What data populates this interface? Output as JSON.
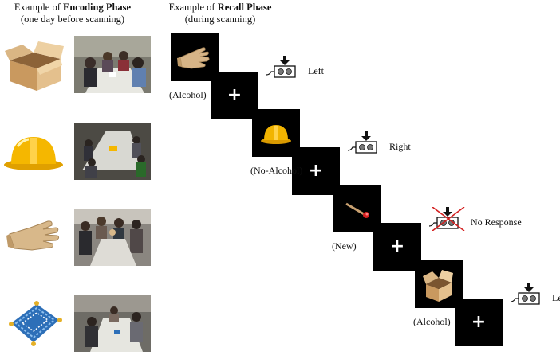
{
  "encoding": {
    "title_prefix": "Example of ",
    "title_bold": "Encoding Phase",
    "subtitle": "(one day before scanning)",
    "items": [
      {
        "object": "cardboard-box-icon"
      },
      {
        "object": "hard-hat-icon"
      },
      {
        "object": "work-glove-icon"
      },
      {
        "object": "cushion-icon"
      }
    ]
  },
  "recall": {
    "title_prefix": "Example of ",
    "title_bold": "Recall Phase",
    "subtitle": "(during scanning)",
    "trials": [
      {
        "stimulus": "work-glove-icon",
        "condition": "(Alcohol)",
        "response": "Left"
      },
      {
        "stimulus": "hard-hat-icon",
        "condition": "(No-Alcohol)",
        "response": "Right"
      },
      {
        "stimulus": "matchstick-icon",
        "condition": "(New)",
        "response": "No Response"
      },
      {
        "stimulus": "cardboard-box-icon",
        "condition": "(Alcohol)",
        "response": "Left"
      }
    ],
    "fixation": "+"
  },
  "colors": {
    "screen": "#000000",
    "cross_out": "#d42020",
    "box": "#d9b07a",
    "helmet": "#f2b400"
  }
}
